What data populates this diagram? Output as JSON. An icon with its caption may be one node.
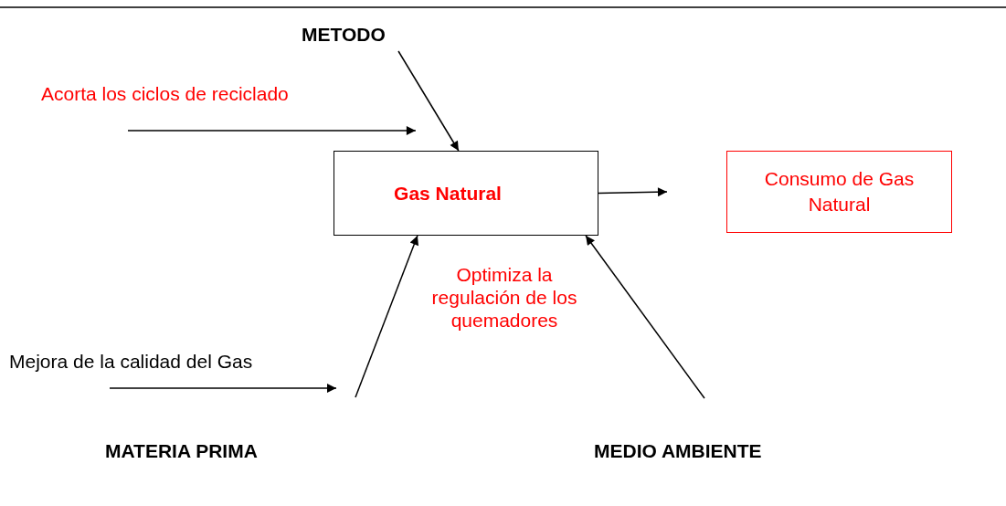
{
  "diagram": {
    "nodes": [
      {
        "text": [
          "METODO"
        ]
      },
      {
        "text": [
          "Gas Natural"
        ]
      },
      {
        "text": [
          "Consumo de Gas Natural"
        ]
      },
      {
        "text": [
          "Mejora de la calidad del Gas"
        ]
      },
      {
        "text": [
          "MEDIO AMBIENTE"
        ]
      }
    ],
    "edges": [
      {
        "from": 0,
        "to": 1,
        "arrow": "to"
      },
      {
        "from": null,
        "to": 1,
        "arrow": "to",
        "label": "Acorta los ciclos de reciclado"
      },
      {
        "from": null,
        "to": 1,
        "arrow": "to"
      },
      {
        "from": 3,
        "to": null,
        "arrow": "to"
      },
      {
        "from": 4,
        "to": 1,
        "arrow": "to"
      },
      {
        "from": 1,
        "to": 2,
        "arrow": "to"
      }
    ],
    "labels": [
      "Optimiza la regulación de los quemadores",
      "MATERIA PRIMA"
    ]
  }
}
